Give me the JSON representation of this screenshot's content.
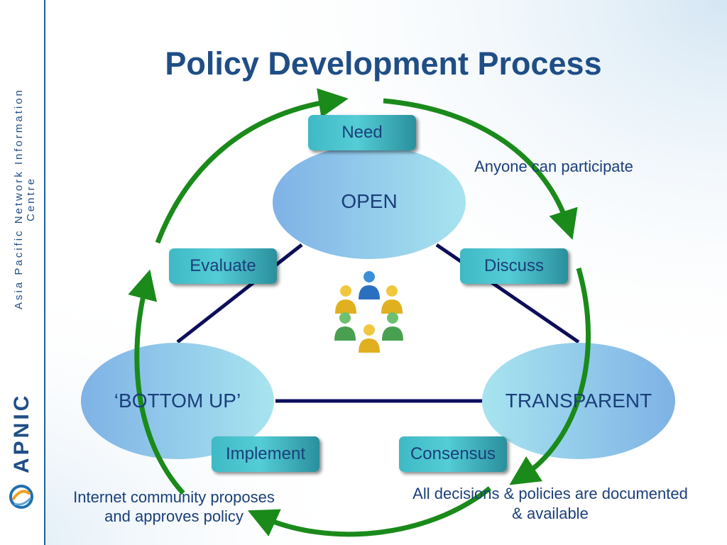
{
  "title": "Policy Development Process",
  "sidebar": {
    "org_name": "Asia Pacific Network Information Centre",
    "brand": "APNIC"
  },
  "nodes": {
    "open": "OPEN",
    "bottom_up": "‘BOTTOM UP’",
    "transparent": "TRANSPARENT"
  },
  "steps": {
    "need": "Need",
    "discuss": "Discuss",
    "consensus": "Consensus",
    "implement": "Implement",
    "evaluate": "Evaluate"
  },
  "captions": {
    "open": "Anyone can participate",
    "transparent_line1": "All decisions & policies are documented",
    "transparent_line2": "& available",
    "bottom_up_line1": "Internet community proposes",
    "bottom_up_line2": "and approves policy"
  },
  "icons": {
    "people_group": "people-group-icon",
    "logo": "apnic-logo-icon"
  },
  "colors": {
    "title": "#1f4e86",
    "cycle_arrow": "#1a8a1a",
    "connector": "#0d0d5c",
    "tag": "#3fb9c4"
  }
}
